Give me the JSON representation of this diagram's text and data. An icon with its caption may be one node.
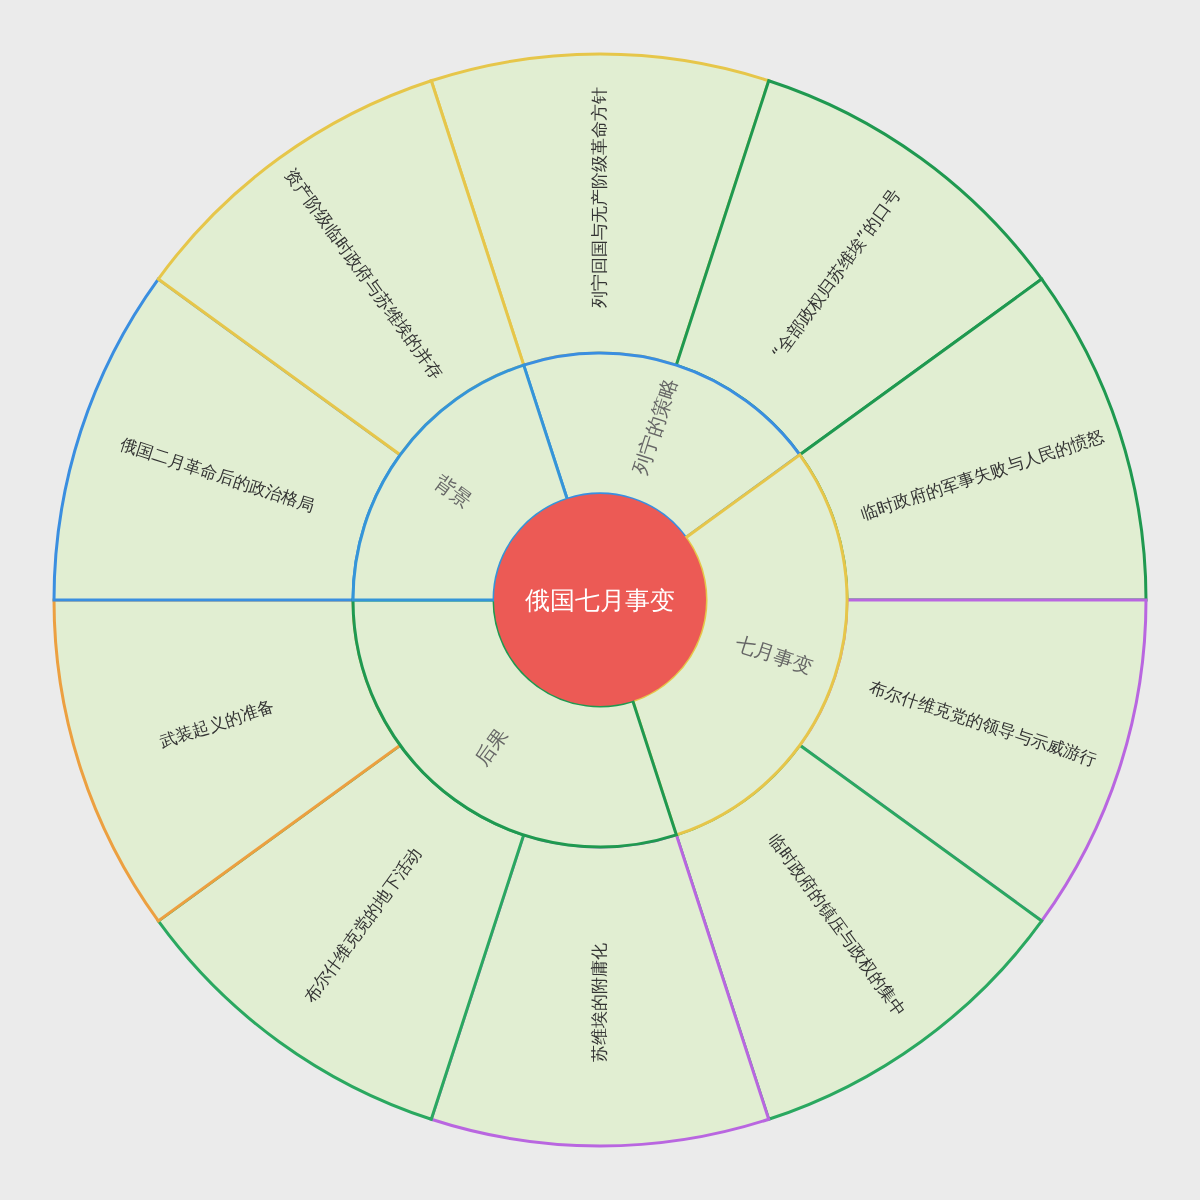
{
  "diagram": {
    "nodes": [
      {
        "text": [
          "俄国七月事变"
        ]
      },
      {
        "text": [
          "列宁的策略"
        ]
      },
      {
        "text": [
          "七月事变"
        ]
      },
      {
        "text": [
          "后果"
        ]
      },
      {
        "text": [
          "背景"
        ]
      },
      {
        "text": [
          "列宁回国与无产阶级革命方针"
        ]
      },
      {
        "text": [
          "“全部政权归苏维埃”的口号"
        ]
      },
      {
        "text": [
          "临时政府的军事失败与人民的愤怒"
        ]
      },
      {
        "text": [
          "布尔什维克党的领导与示威游行"
        ]
      },
      {
        "text": [
          "临时政府的镇压与政权的集中"
        ]
      },
      {
        "text": [
          "苏维埃的附庸化"
        ]
      },
      {
        "text": [
          "布尔什维克党的地下活动"
        ]
      },
      {
        "text": [
          "武装起义的准备"
        ]
      },
      {
        "text": [
          "俄国二月革命后的政治格局"
        ]
      },
      {
        "text": [
          "资产阶级临时政府与苏维埃的并存"
        ]
      }
    ]
  }
}
